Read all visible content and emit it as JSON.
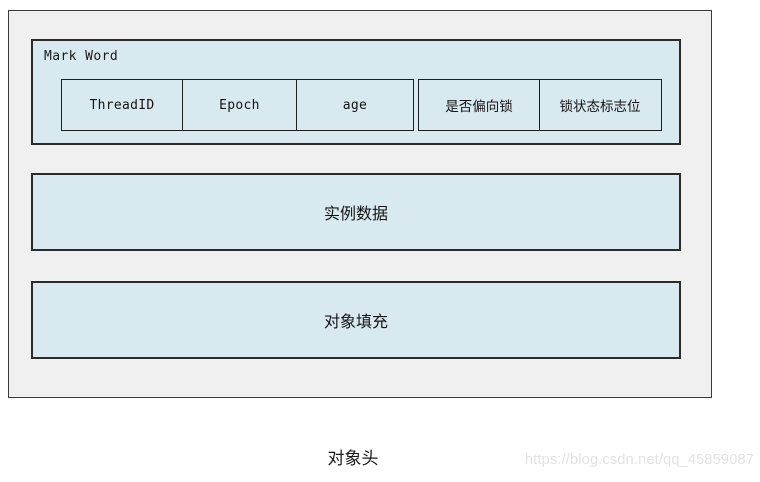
{
  "diagram": {
    "caption": "对象头",
    "header_band": {
      "title": "Mark Word",
      "cells": [
        {
          "label": "ThreadID",
          "script": "latin"
        },
        {
          "label": "Epoch",
          "script": "latin"
        },
        {
          "label": "age",
          "script": "latin"
        },
        {
          "label": "是否偏向锁",
          "script": "cjk"
        },
        {
          "label": "锁状态标志位",
          "script": "cjk"
        }
      ]
    },
    "bands": [
      {
        "label": "实例数据"
      },
      {
        "label": "对象填充"
      }
    ],
    "colors": {
      "band_fill": "#d9e9f0",
      "band_border": "#2b2b2b",
      "container_fill": "#f0f0f0",
      "container_border": "#3a3a3a",
      "text": "#141414",
      "watermark": "#e2e2e2"
    }
  },
  "watermark": {
    "text": "https://blog.csdn.net/qq_45859087"
  }
}
